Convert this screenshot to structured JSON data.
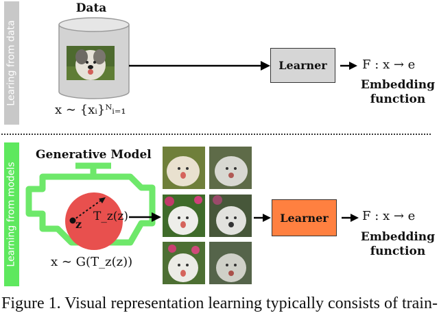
{
  "top": {
    "side_label": "Learing from data",
    "data_title": "Data",
    "data_formula": "x ∼ {xᵢ}ᴺᵢ₌₁",
    "learner_label": "Learner",
    "output_formula": "F : x → e",
    "embedding_line1": "Embedding",
    "embedding_line2": "function"
  },
  "bottom": {
    "side_label": "Learning from models",
    "model_title": "Generative Model",
    "transform_label": "T_z(z)",
    "z_label": "z",
    "sample_formula": "x ∼ G(T_z(z))",
    "learner_label": "Learner",
    "output_formula": "F : x → e",
    "embedding_line1": "Embedding",
    "embedding_line2": "function"
  },
  "caption": "Figure 1. Visual representation learning typically consists of train-",
  "colors": {
    "side_top": "#c8c8c8",
    "side_bottom": "#5ee85e",
    "engine": "#6ee86a",
    "sphere": "#e8504e",
    "learner_top": "#d6d6d6",
    "learner_bottom": "#ff8040"
  }
}
